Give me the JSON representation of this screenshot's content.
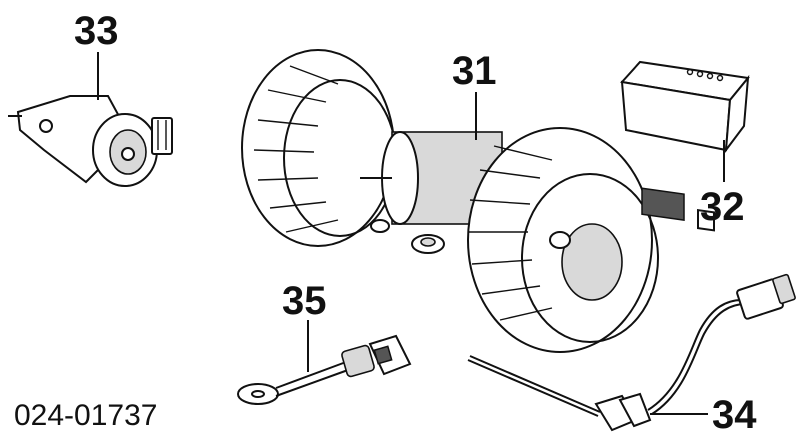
{
  "callouts": {
    "p31": "31",
    "p32": "32",
    "p33": "33",
    "p34": "34",
    "p35": "35"
  },
  "drawing_number": "024-01737"
}
